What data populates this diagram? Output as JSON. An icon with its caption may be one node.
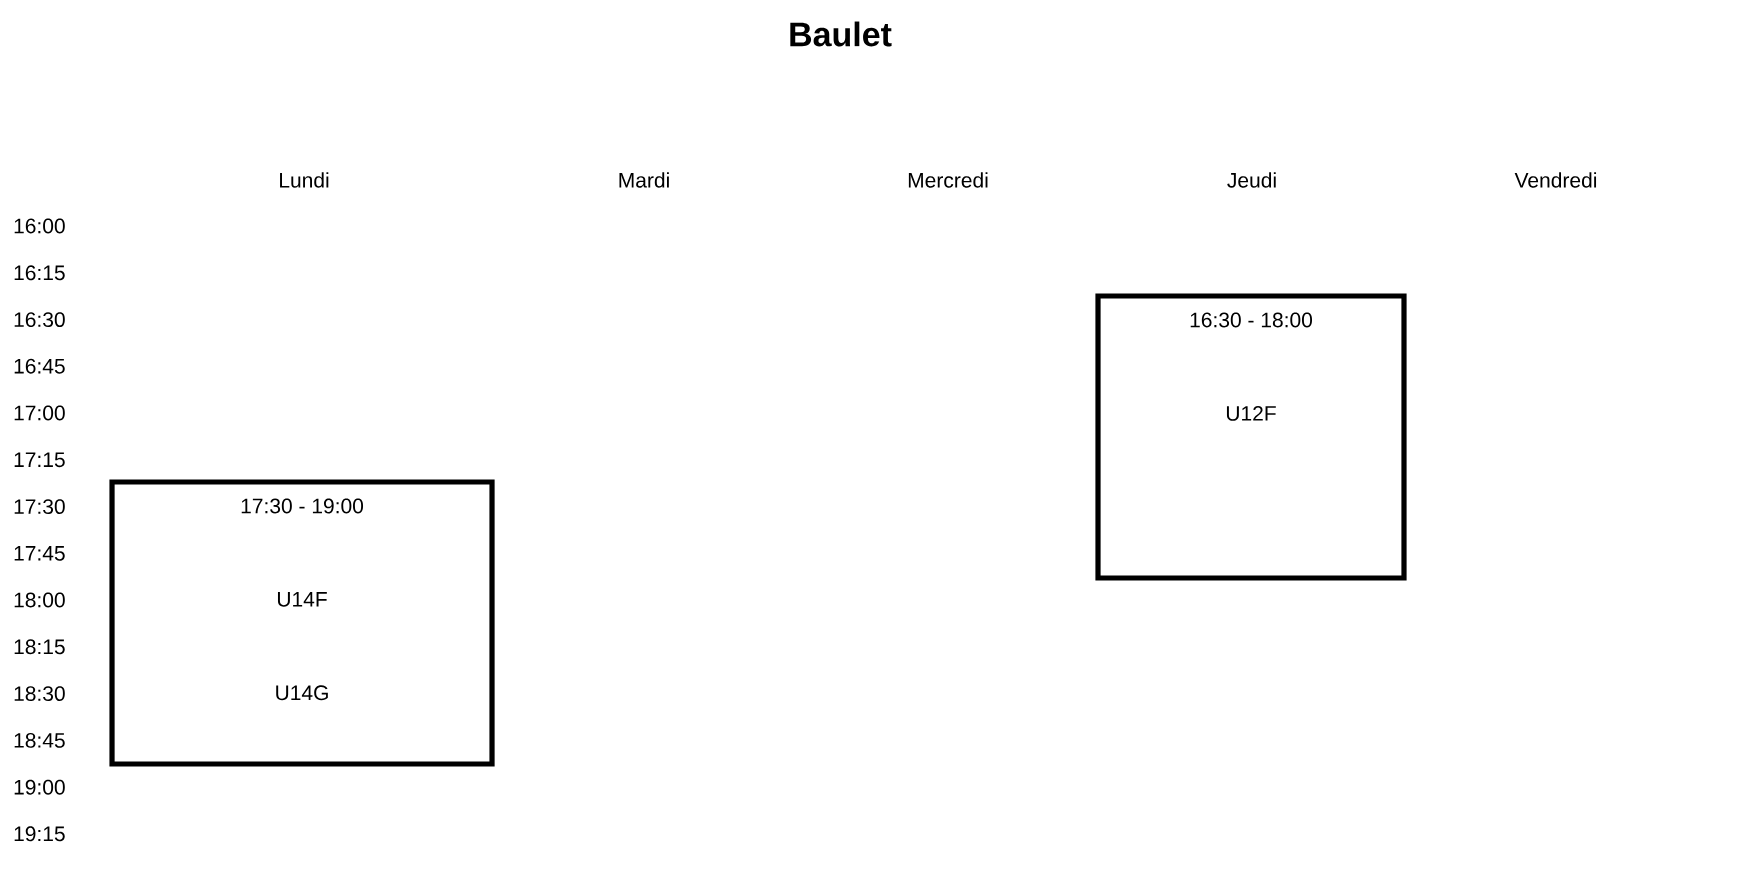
{
  "diagram": {
    "title": "Baulet",
    "nodes": [
      {
        "text": [
          "16:30 - 18:00",
          "U12F"
        ]
      },
      {
        "text": [
          "17:30 - 19:00",
          "U14F",
          "U14G"
        ]
      }
    ],
    "edges": [],
    "labels": [
      "Lundi",
      "Mardi",
      "Mercredi",
      "Jeudi",
      "Vendredi",
      "16:00",
      "16:15",
      "16:30",
      "16:45",
      "17:00",
      "17:15",
      "17:30",
      "17:45",
      "18:00",
      "18:15",
      "18:30",
      "18:45",
      "19:00",
      "19:15"
    ]
  }
}
